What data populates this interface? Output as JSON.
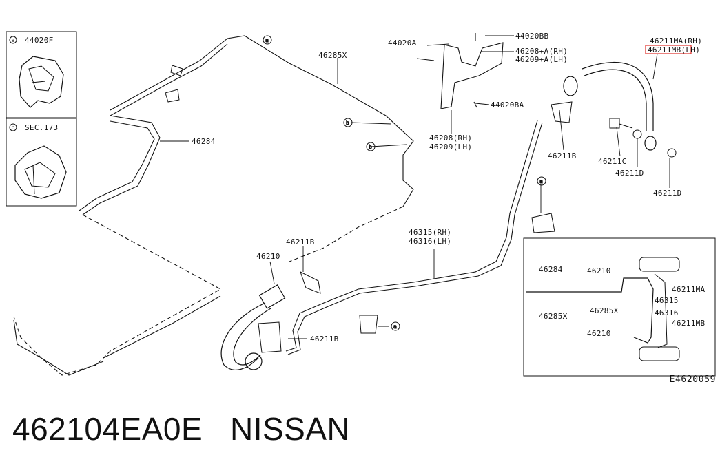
{
  "diagram": {
    "inset_a": {
      "marker": "a",
      "label": "44020F"
    },
    "inset_b": {
      "marker": "b",
      "label": "SEC.173"
    },
    "parts": {
      "p_44020BB": "44020BB",
      "p_44020A": "44020A",
      "p_46208A": "46208+A(RH)",
      "p_46209A": "46209+A(LH)",
      "p_44020BA": "44020BA",
      "p_46208": "46208(RH)",
      "p_46209": "46209(LH)",
      "p_46211MA": "46211MA(RH)",
      "p_46211MB": "46211MB(LH)",
      "p_46285X": "46285X",
      "p_46284": "46284",
      "p_46211B_top": "46211B",
      "p_46211C": "46211C",
      "p_46211D_a": "46211D",
      "p_46211D_b": "46211D",
      "p_46315": "46315(RH)",
      "p_46316": "46316(LH)",
      "p_46211B_mid": "46211B",
      "p_46210": "46210",
      "p_46211B_low": "46211B",
      "marker_b1": "b",
      "marker_b2": "b",
      "marker_a1": "a",
      "marker_a2": "a",
      "marker_a3": "a"
    },
    "overview": {
      "l_46284": "46284",
      "l_46285X": "46285X",
      "l_46210_top": "46210",
      "l_46285X_mid": "46285X",
      "l_46210_bot": "46210",
      "l_46211MA": "46211MA",
      "l_46315": "46315",
      "l_46316": "46316",
      "l_46211MB": "46211MB"
    },
    "diagram_code": "E4620059",
    "highlighted_part": "46211MB(LH)"
  },
  "caption": {
    "part_number": "462104EA0E",
    "brand": "NISSAN"
  },
  "colors": {
    "highlight": "#e0302a",
    "ink": "#111111"
  }
}
